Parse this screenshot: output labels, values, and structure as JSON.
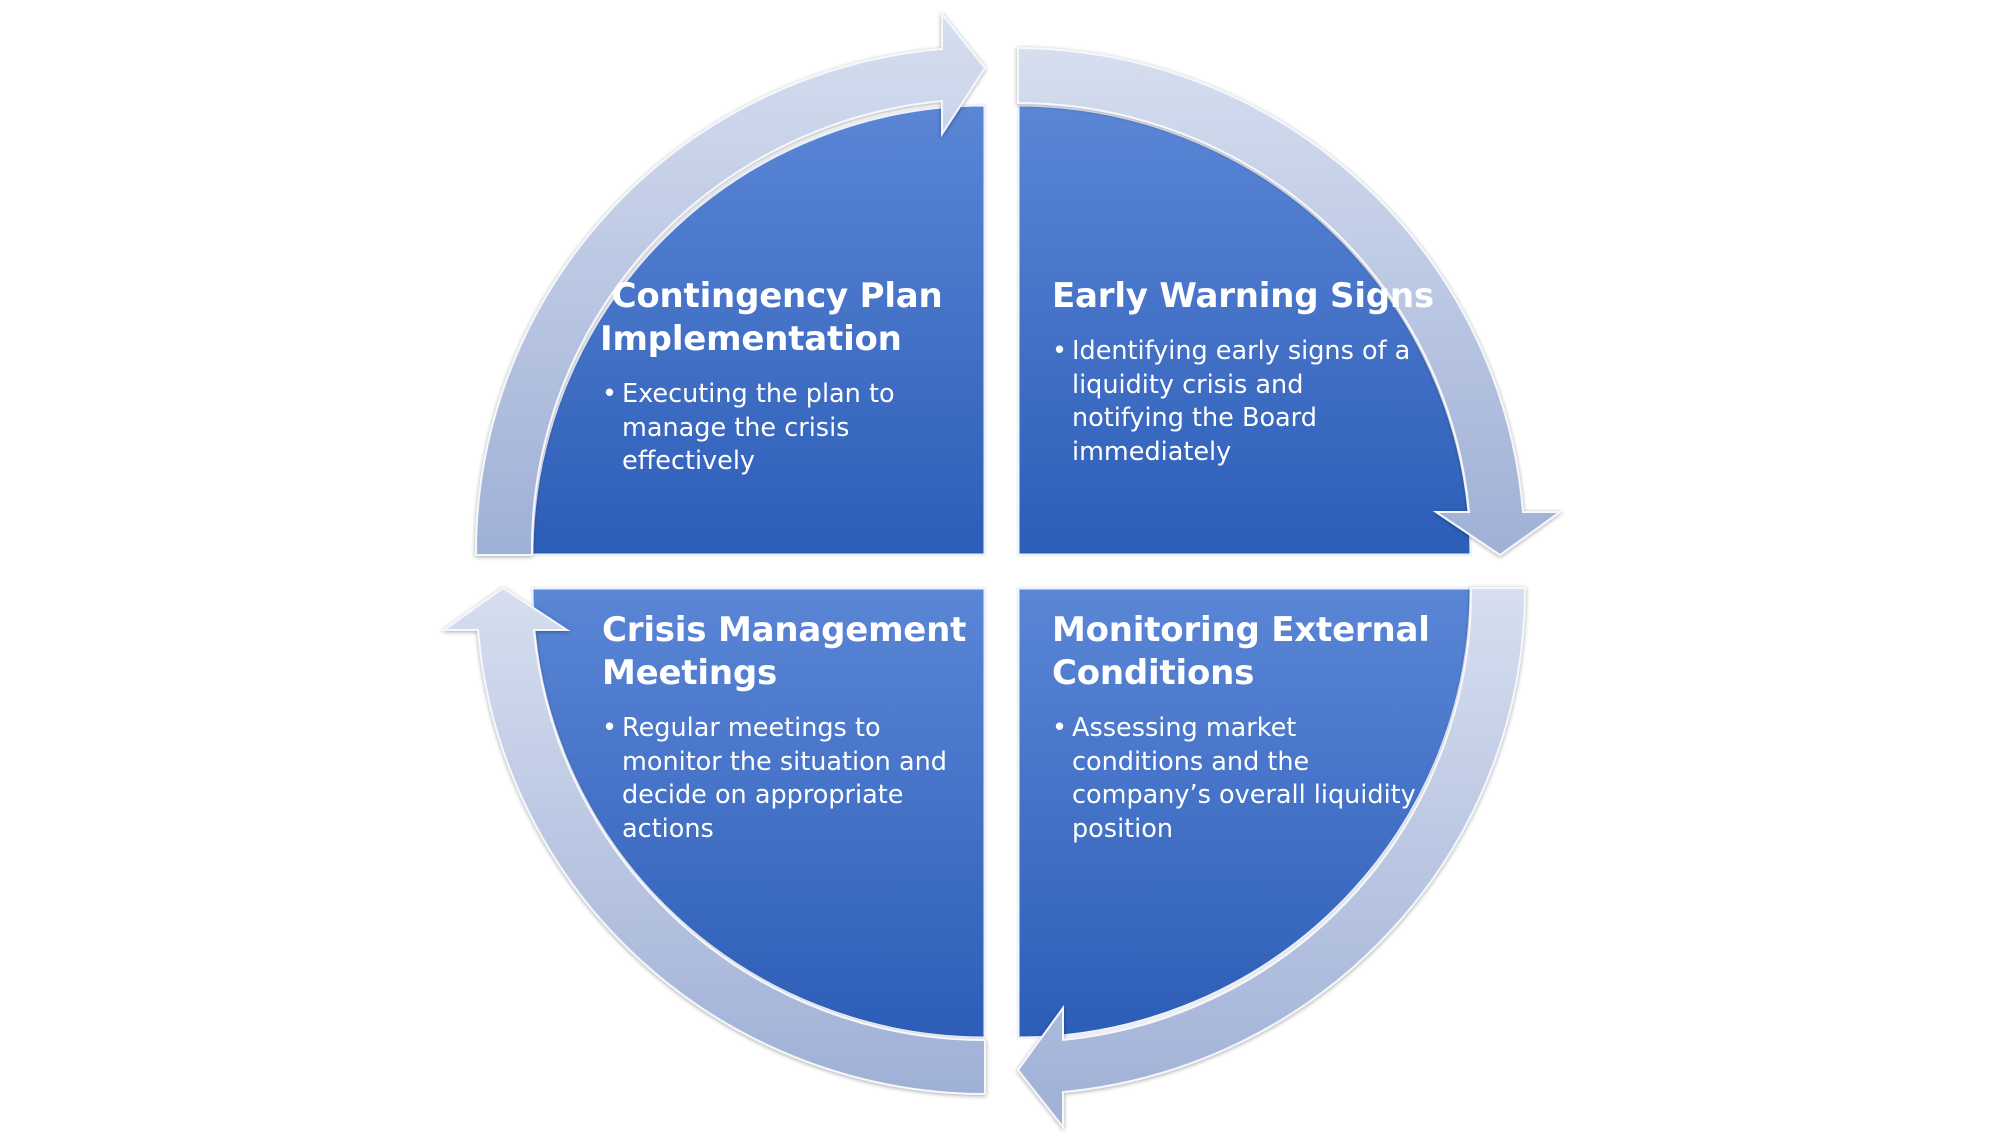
{
  "quadrants": [
    {
      "id": "top-left",
      "title": " Contingency Plan\nImplementation",
      "bullet": "Executing the plan to\nmanage the crisis\neffectively"
    },
    {
      "id": "top-right",
      "title": "Early Warning Signs",
      "bullet": "Identifying early signs of a\nliquidity crisis and\nnotifying the Board\nimmediately"
    },
    {
      "id": "bottom-right",
      "title": "Monitoring External\nConditions",
      "bullet": "Assessing market\nconditions and the\ncompany’s overall liquidity\nposition"
    },
    {
      "id": "bottom-left",
      "title": "Crisis Management\nMeetings",
      "bullet": "Regular meetings to\nmonitor the situation and\ndecide on appropriate\nactions"
    }
  ],
  "bullet_symbol": "•",
  "colors": {
    "quadrant_light": "#5b86d6",
    "quadrant_dark": "#2c5db7",
    "arrow_light": "#d6deef",
    "arrow_dark": "#9fb0d6",
    "text": "#ffffff"
  }
}
